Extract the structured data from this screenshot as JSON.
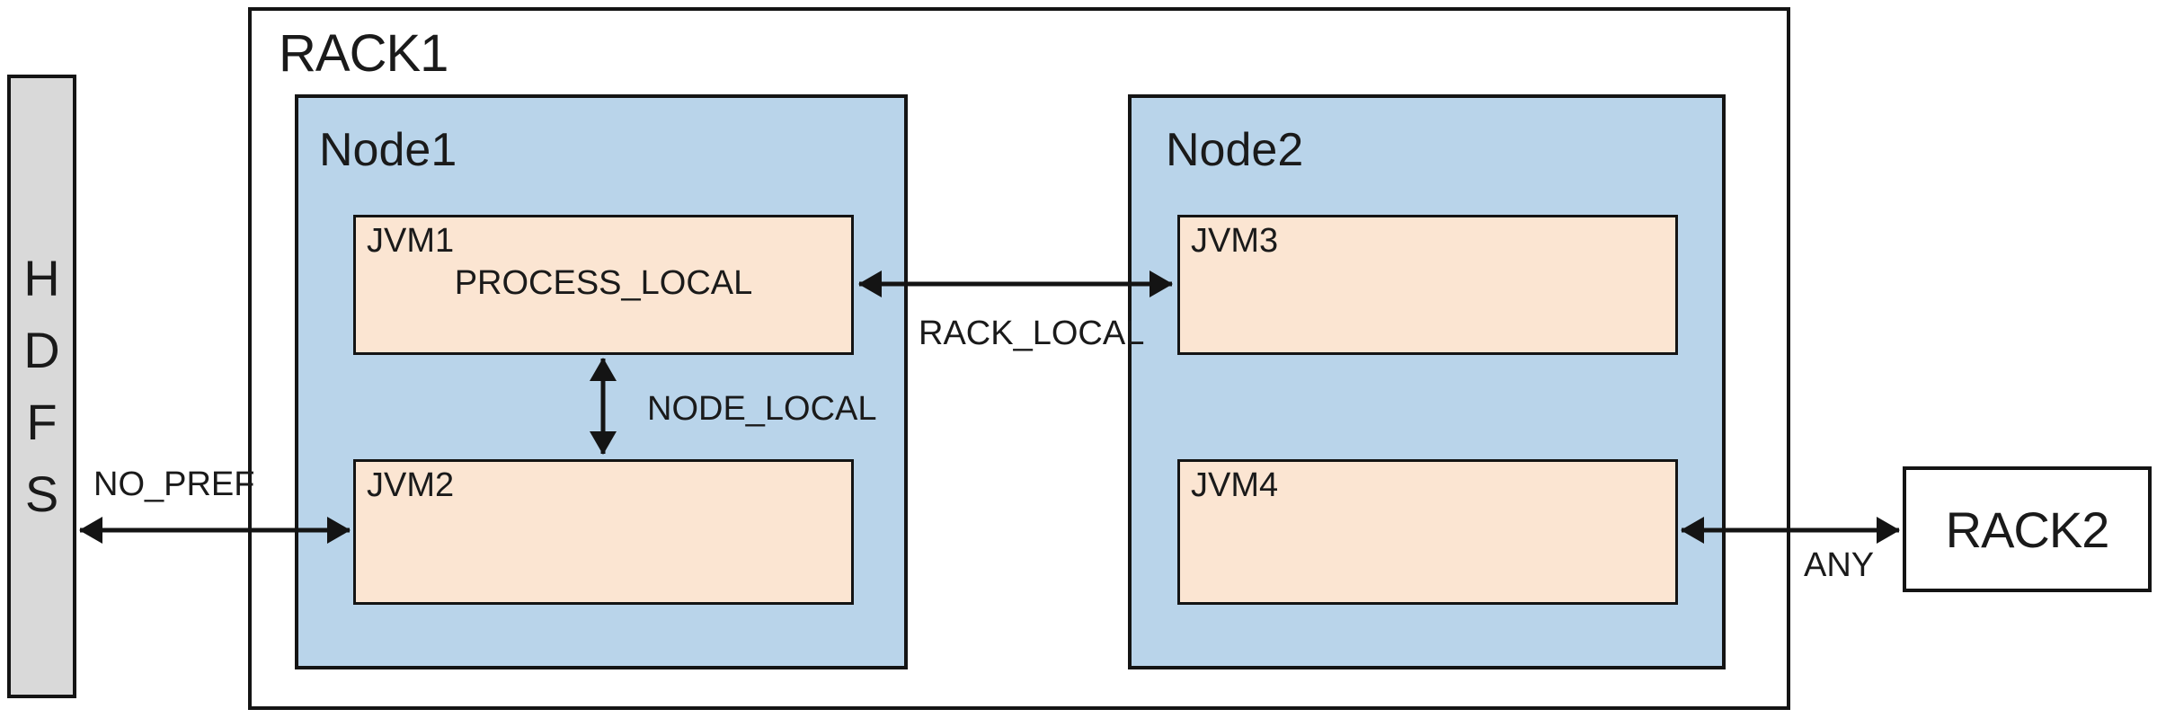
{
  "colors": {
    "node_fill": "#b9d4ea",
    "jvm_fill": "#fbe5d2",
    "hdfs_fill": "#d9d9d9",
    "border": "#141414",
    "text": "#1a1a1a",
    "bg": "#ffffff"
  },
  "hdfs": {
    "letters": [
      "H",
      "D",
      "F",
      "S"
    ]
  },
  "rack1": {
    "label": "RACK1"
  },
  "node1": {
    "label": "Node1"
  },
  "node2": {
    "label": "Node2"
  },
  "jvm1": {
    "label": "JVM1",
    "annotation": "PROCESS_LOCAL"
  },
  "jvm2": {
    "label": "JVM2"
  },
  "jvm3": {
    "label": "JVM3"
  },
  "jvm4": {
    "label": "JVM4"
  },
  "rack2": {
    "label": "RACK2"
  },
  "edges": {
    "no_pref": {
      "label": "NO_PREF",
      "from": "HDFS",
      "to": "JVM2",
      "direction": "bidirectional"
    },
    "node_local": {
      "label": "NODE_LOCAL",
      "from": "JVM1",
      "to": "JVM2",
      "direction": "bidirectional"
    },
    "rack_local": {
      "label": "RACK_LOCAL",
      "from": "JVM1",
      "to": "JVM3",
      "direction": "bidirectional"
    },
    "any": {
      "label": "ANY",
      "from": "JVM4",
      "to": "RACK2",
      "direction": "bidirectional"
    }
  }
}
